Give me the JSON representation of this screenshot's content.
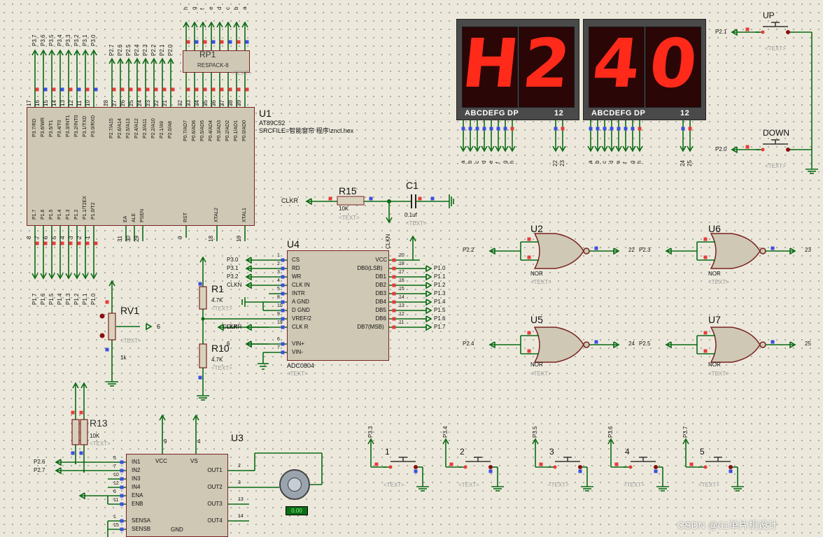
{
  "u1": {
    "ref": "U1",
    "part": "AT89C52",
    "property": "SRCFILE=智能窗帘 程序\\zncl.hex",
    "p3_top": [
      "P3.7",
      "P3.6",
      "P3.5",
      "P3.4",
      "P3.3",
      "P3.2",
      "P3.1",
      "P3.0"
    ],
    "p3_pins": [
      "17",
      "16",
      "15",
      "14",
      "13",
      "12",
      "11",
      "10"
    ],
    "p3_inside": [
      "P3.7/RD",
      "P3.6/WR",
      "P3.5/T1",
      "P3.4/T0",
      "P3.3/INT1",
      "P3.2/INT0",
      "P3.1/TXD",
      "P3.0/RXD"
    ],
    "p2_top": [
      "P2.7",
      "P2.6",
      "P2.5",
      "P2.4",
      "P2.3",
      "P2.2",
      "P2.1",
      "P2.0"
    ],
    "p2_pins": [
      "28",
      "27",
      "26",
      "25",
      "24",
      "23",
      "22",
      "21"
    ],
    "p2_inside": [
      "P2.7/A15",
      "P2.6/A14",
      "P2.5/A13",
      "P2.4/A12",
      "P2.3/A11",
      "P2.2/A10",
      "P2.1/A9",
      "P2.0/A8"
    ],
    "p0_top": [
      "h",
      "g",
      "f",
      "e",
      "d",
      "c",
      "b",
      "a"
    ],
    "p0_pins": [
      "32",
      "33",
      "34",
      "35",
      "36",
      "37",
      "38",
      "39"
    ],
    "p0_inside": [
      "P0.7/AD7",
      "P0.6/AD6",
      "P0.5/AD5",
      "P0.4/AD4",
      "P0.3/AD3",
      "P0.2/AD2",
      "P0.1/AD1",
      "P0.0/AD0"
    ],
    "p1_inside": [
      "P1.7",
      "P1.6",
      "P1.5",
      "P1.4",
      "P1.3",
      "P1.2",
      "P1.1/T2EX",
      "P1.0/T2"
    ],
    "p1_pins": [
      "8",
      "7",
      "6",
      "5",
      "4",
      "3",
      "2",
      "1"
    ],
    "p1_bottom": [
      "P1.7",
      "P1.6",
      "P1.5",
      "P1.4",
      "P1.3",
      "P1.2",
      "P1.1",
      "P1.0"
    ],
    "mid_inside": [
      "EA",
      "ALE",
      "PSEN"
    ],
    "mid_pins": [
      "31",
      "30",
      "29"
    ],
    "rst": "RST",
    "rst_pin": "9",
    "xtal2": "XTAL2",
    "xtal2_pin": "18",
    "xtal1": "XTAL1",
    "xtal1_pin": "19"
  },
  "rp1": {
    "ref": "RP1",
    "label": "RESPACK-8",
    "text": "<TEXT>"
  },
  "display": {
    "left_digits": [
      "H",
      "2"
    ],
    "right_digits": [
      "4",
      "0"
    ],
    "seg_label": "ABCDEFG",
    "dp_label": "DP",
    "com_label": "12",
    "left_pins": [
      "a",
      "b",
      "c",
      "d",
      "e",
      "f",
      "g",
      "h"
    ],
    "left_com": [
      "22",
      "23"
    ],
    "right_pins": [
      "a",
      "b",
      "c",
      "d",
      "e",
      "f",
      "g",
      "h"
    ],
    "right_com": [
      "24",
      "25"
    ]
  },
  "buttons": {
    "up": {
      "ref": "UP",
      "net": "P2.1",
      "text": "<TEXT>"
    },
    "down": {
      "ref": "DOWN",
      "net": "P2.0",
      "text": "<TEXT>"
    },
    "row": [
      {
        "ref": "1",
        "net": "P3.3",
        "text": "<TEXT>"
      },
      {
        "ref": "2",
        "net": "P3.4",
        "text": "<TEXT>"
      },
      {
        "ref": "3",
        "net": "P3.5",
        "text": "<TEXT>"
      },
      {
        "ref": "4",
        "net": "P3.6",
        "text": "<TEXT>"
      },
      {
        "ref": "5",
        "net": "P3.7",
        "text": "<TEXT>"
      }
    ]
  },
  "r15": {
    "ref": "R15",
    "value": "10K",
    "text": "<TEXT>"
  },
  "c1": {
    "ref": "C1",
    "value": "0.1uf",
    "text": "<TEXT>"
  },
  "clkr_label": "CLKR",
  "clkn_label": "CLKN",
  "nor_gates": [
    {
      "ref": "U2",
      "type": "NOR",
      "in": "P2.2",
      "out": "22",
      "text": "<TEXT>"
    },
    {
      "ref": "U6",
      "type": "NOR",
      "in": "P2.3",
      "out": "23",
      "text": "<TEXT>"
    },
    {
      "ref": "U5",
      "type": "NOR",
      "in": "P2.4",
      "out": "24",
      "text": "<TEXT>"
    },
    {
      "ref": "U7",
      "type": "NOR",
      "in": "P2.5",
      "out": "25",
      "text": "<TEXT>"
    }
  ],
  "u4": {
    "ref": "U4",
    "part": "ADC0804",
    "text": "<TEXT>",
    "left_inside": [
      "CS",
      "RD",
      "WR",
      "CLK IN",
      "INTR",
      "A GND",
      "D GND",
      "VREF/2",
      "CLK R",
      "VIN+",
      "VIN-"
    ],
    "left_pins": [
      "1",
      "2",
      "3",
      "4",
      "5",
      "8",
      "10",
      "9",
      "19",
      "6",
      "7"
    ],
    "left_nets": [
      "P3.0",
      "P3.1",
      "P3.2",
      "CLKN",
      "",
      "",
      "",
      "",
      "CLKR",
      "6",
      ""
    ],
    "right_inside": [
      "VCC",
      "DB0(LSB)",
      "DB1",
      "DB2",
      "DB3",
      "DB4",
      "DB5",
      "DB6",
      "DB7(MSB)"
    ],
    "right_pins": [
      "20",
      "18",
      "17",
      "16",
      "15",
      "14",
      "13",
      "12",
      "11"
    ],
    "right_nets": [
      "",
      "P1.0",
      "P1.1",
      "P1.2",
      "P1.3",
      "P1.4",
      "P1.5",
      "P1.6",
      "P1.7"
    ]
  },
  "r1": {
    "ref": "R1",
    "value": "4.7K",
    "text": "<TEXT>"
  },
  "r10": {
    "ref": "R10",
    "value": "4.7K",
    "text": "<TEXT>"
  },
  "rv1": {
    "ref": "RV1",
    "value": "1k",
    "text": "<TEXT>",
    "net": "6",
    "wiper": "50%"
  },
  "p1_nets": [
    "P1.7",
    "P1.6",
    "P1.5",
    "P1.4",
    "P1.3",
    "P1.2",
    "P1.1",
    "P1.0"
  ],
  "r13": {
    "ref": "R13",
    "value": "10K",
    "text": "<TEXT>"
  },
  "u3": {
    "ref": "U3",
    "vcc": "VCC",
    "vs": "VS",
    "gnd": "GND",
    "left_inside": [
      "IN1",
      "IN2",
      "IN3",
      "IN4",
      "ENA",
      "ENB",
      "SENSA",
      "SENSB"
    ],
    "left_pins": [
      "5",
      "7",
      "10",
      "12",
      "6",
      "11",
      "1",
      "15"
    ],
    "right_inside": [
      "OUT1",
      "OUT2",
      "OUT3",
      "OUT4"
    ],
    "right_pins": [
      "2",
      "3",
      "13",
      "14"
    ],
    "top_pins": [
      "9",
      "4"
    ],
    "nets": [
      "P2.6",
      "P2.7"
    ]
  },
  "motor": {
    "value": "0.00"
  },
  "watermark": "CSDN @01单片机设计"
}
